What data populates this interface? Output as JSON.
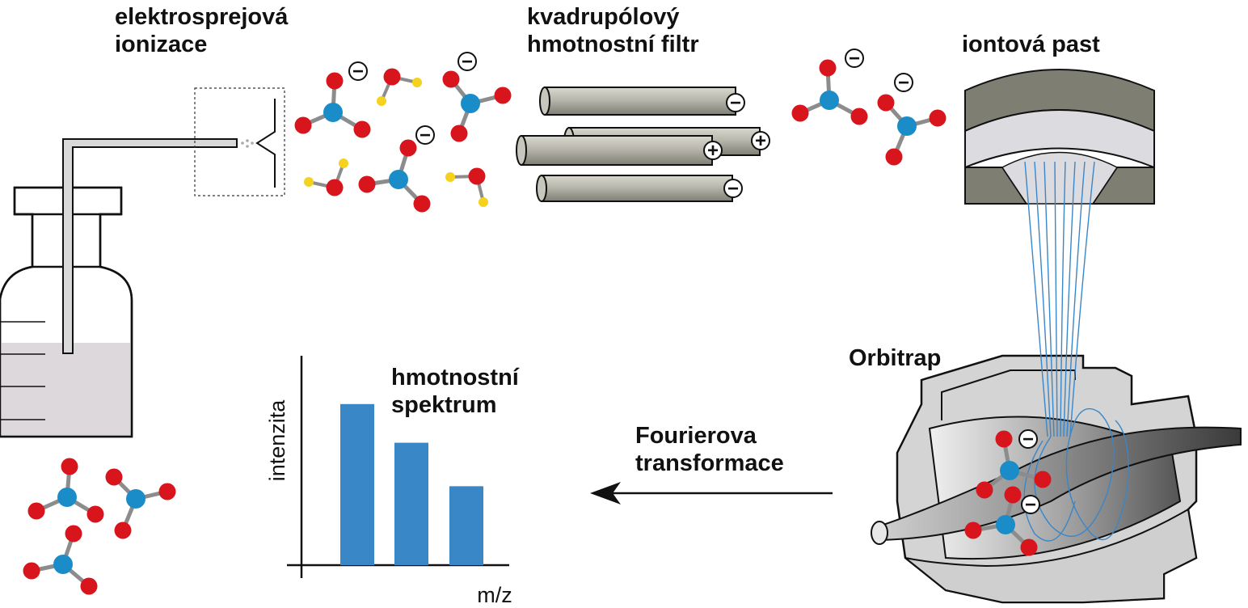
{
  "labels": {
    "esi": [
      "elektrosprejová",
      "ionizace"
    ],
    "quad": [
      "kvadrupólový",
      "hmotnostní filtr"
    ],
    "trap": "iontová past",
    "orbitrap": "Orbitrap",
    "spectrum": [
      "hmotnostní",
      "spektrum"
    ],
    "fourier": [
      "Fourierova",
      "transformace"
    ]
  },
  "axes": {
    "y": "intenzita",
    "x": "m/z"
  },
  "charges": {
    "minus": "−",
    "plus": "+"
  },
  "colors": {
    "oxygen": "#d8141c",
    "central": "#1a8cc8",
    "hydrogen": "#f5d21e",
    "bond": "#8c8c8c",
    "bar": "#3a87c8",
    "rod": "#b9b8ad",
    "trap_dark": "#7e7f72",
    "trap_light": "#dcdbe0",
    "ion_path": "#3a86c8",
    "liquid": "#dcd8dc"
  },
  "chart_data": {
    "type": "bar",
    "categories": [
      "",
      "",
      ""
    ],
    "values": [
      100,
      76,
      49
    ],
    "xlabel": "m/z",
    "ylabel": "intenzita",
    "ylim": [
      0,
      130
    ]
  }
}
